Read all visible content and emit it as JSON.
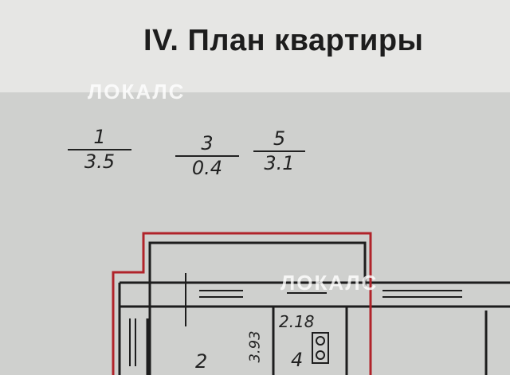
{
  "title": "IV. План квартиры",
  "watermark": "ЛОКАЛС",
  "fractions": [
    {
      "num": "1",
      "den": "3.5"
    },
    {
      "num": "3",
      "den": "0.4"
    },
    {
      "num": "5",
      "den": "3.1"
    }
  ],
  "plan_labels": {
    "room_2": "2",
    "room_4": "4",
    "kitchen_height": "2.18",
    "wall_dim": "3.93"
  },
  "colors": {
    "outline": "#b0232a",
    "ink": "#1d1d1d"
  }
}
